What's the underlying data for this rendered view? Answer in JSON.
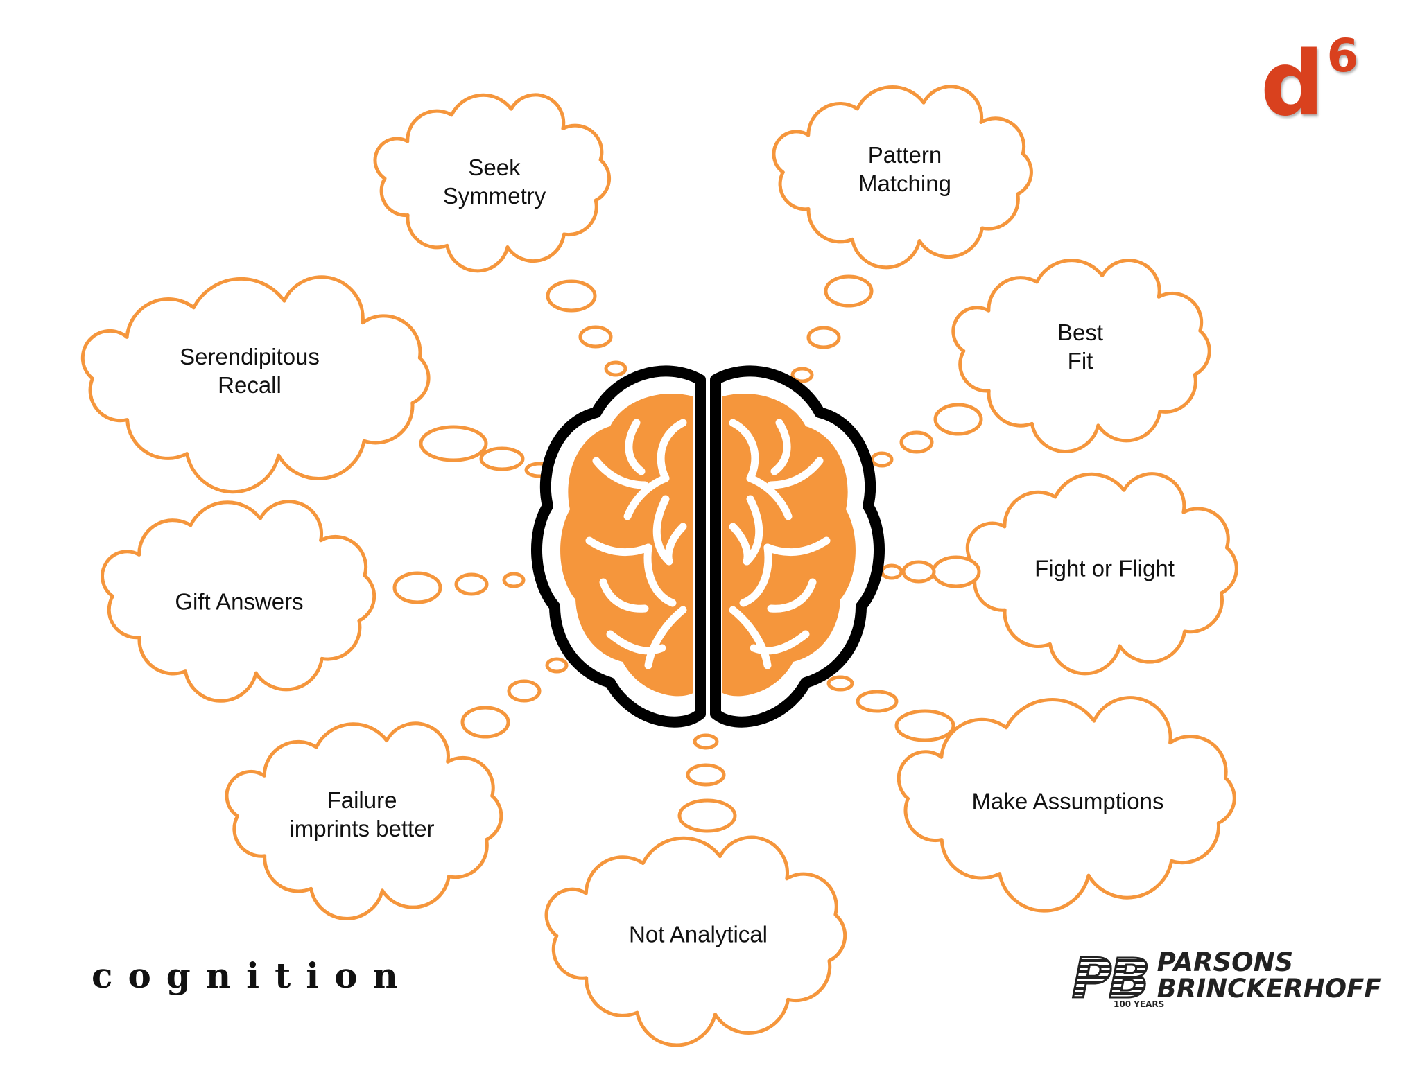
{
  "thoughts": [
    {
      "id": "seek-symmetry",
      "lines": [
        "Seek",
        "Symmetry"
      ]
    },
    {
      "id": "pattern-matching",
      "lines": [
        "Pattern",
        "Matching"
      ]
    },
    {
      "id": "serendipitous-recall",
      "lines": [
        "Serendipitous",
        "Recall"
      ]
    },
    {
      "id": "best-fit",
      "lines": [
        "Best",
        "Fit"
      ]
    },
    {
      "id": "gift-answers",
      "lines": [
        "Gift Answers"
      ]
    },
    {
      "id": "fight-or-flight",
      "lines": [
        "Fight or Flight"
      ]
    },
    {
      "id": "failure-imprints-better",
      "lines": [
        "Failure",
        "imprints better"
      ]
    },
    {
      "id": "make-assumptions",
      "lines": [
        "Make Assumptions"
      ]
    },
    {
      "id": "not-analytical",
      "lines": [
        "Not Analytical"
      ]
    }
  ],
  "footer_word": "cognition",
  "logo_d6": {
    "base": "d",
    "exponent": "6"
  },
  "company": {
    "mark": "PB",
    "line1": "PARSONS",
    "line2": "BRINCKERHOFF",
    "badge": "100 YEARS"
  },
  "colors": {
    "accent": "#F5963C",
    "outline": "#000000",
    "text": "#111111",
    "logo_red": "#D9411E"
  },
  "icons": [
    "brain-icon",
    "thought-cloud-icon",
    "thought-bubble-icon"
  ]
}
